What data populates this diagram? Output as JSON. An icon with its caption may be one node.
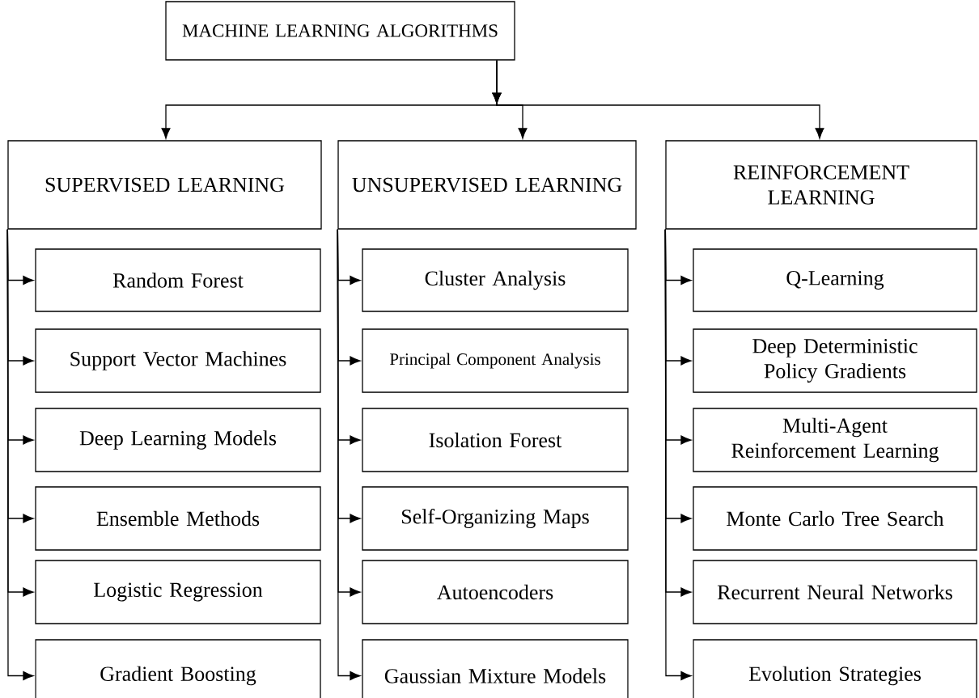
{
  "diagram": {
    "nodes": [
      {
        "text": [
          "MACHINE LEARNING ALGORITHMS"
        ]
      },
      {
        "text": [
          "SUPERVISED LEARNING"
        ]
      },
      {
        "text": [
          "UNSUPERVISED LEARNING"
        ]
      },
      {
        "text": [
          "REINFORCEMENT LEARNING"
        ]
      },
      {
        "text": [
          "Random Forest"
        ]
      },
      {
        "text": [
          "Support Vector Machines"
        ]
      },
      {
        "text": [
          "Deep Learning Models"
        ]
      },
      {
        "text": [
          "Ensemble Methods"
        ]
      },
      {
        "text": [
          "Logistic Regression"
        ]
      },
      {
        "text": [
          "Gradient Boosting"
        ]
      },
      {
        "text": [
          "Cluster Analysis"
        ]
      },
      {
        "text": [
          "Principal Component Analysis"
        ]
      },
      {
        "text": [
          "Isolation Forest"
        ]
      },
      {
        "text": [
          "Self-Organizing Maps"
        ]
      },
      {
        "text": [
          "Autoencoders"
        ]
      },
      {
        "text": [
          "Gaussian Mixture Models"
        ]
      },
      {
        "text": [
          "Q-Learning"
        ]
      },
      {
        "text": [
          "Deep Deterministic Policy Gradients"
        ]
      },
      {
        "text": [
          "Multi-Agent Reinforcement Learning"
        ]
      },
      {
        "text": [
          "Monte Carlo Tree Search"
        ]
      },
      {
        "text": [
          "Recurrent Neural Networks"
        ]
      },
      {
        "text": [
          "Evolution Strategies"
        ]
      }
    ],
    "edges": [
      {
        "from": 0,
        "to": 1,
        "arrow": "to"
      },
      {
        "from": 0,
        "to": 2,
        "arrow": "to"
      },
      {
        "from": 0,
        "to": 3,
        "arrow": "to"
      },
      {
        "from": 1,
        "to": 4,
        "arrow": "to"
      },
      {
        "from": 1,
        "to": 5,
        "arrow": "to"
      },
      {
        "from": 1,
        "to": 6,
        "arrow": "to"
      },
      {
        "from": 1,
        "to": 7,
        "arrow": "to"
      },
      {
        "from": 1,
        "to": 8,
        "arrow": "to"
      },
      {
        "from": 1,
        "to": 9,
        "arrow": "to"
      },
      {
        "from": 2,
        "to": 10,
        "arrow": "to"
      },
      {
        "from": 2,
        "to": 11,
        "arrow": "to"
      },
      {
        "from": 2,
        "to": 12,
        "arrow": "to"
      },
      {
        "from": 2,
        "to": 13,
        "arrow": "to"
      },
      {
        "from": 2,
        "to": 14,
        "arrow": "to"
      },
      {
        "from": 2,
        "to": 15,
        "arrow": "to"
      },
      {
        "from": 3,
        "to": 16,
        "arrow": "to"
      },
      {
        "from": 3,
        "to": 17,
        "arrow": "to"
      },
      {
        "from": 3,
        "to": 18,
        "arrow": "to"
      },
      {
        "from": 3,
        "to": 19,
        "arrow": "to"
      },
      {
        "from": 3,
        "to": 20,
        "arrow": "to"
      },
      {
        "from": 3,
        "to": 21,
        "arrow": "to"
      }
    ]
  }
}
